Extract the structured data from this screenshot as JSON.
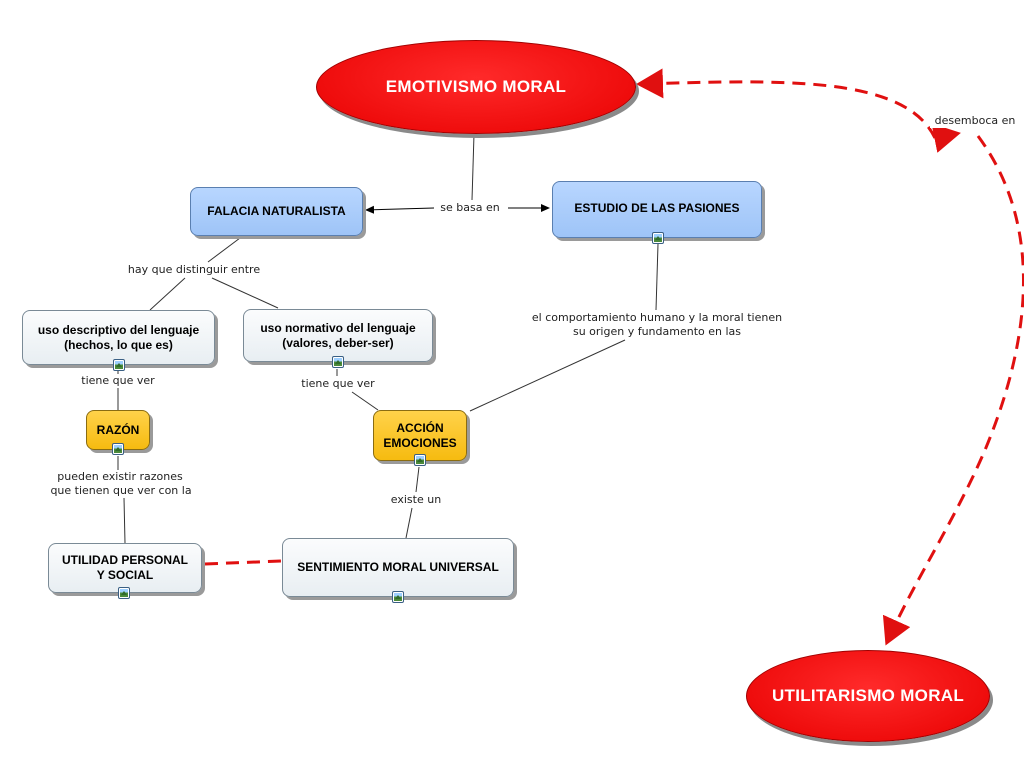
{
  "nodes": {
    "emotivismo": "EMOTIVISMO MORAL",
    "utilitarismo": "UTILITARISMO MORAL",
    "falacia": "FALACIA NATURALISTA",
    "estudio": "ESTUDIO DE LAS PASIONES",
    "descriptivo_1": "uso descriptivo del lenguaje",
    "descriptivo_2": "(hechos, lo que es)",
    "normativo_1": "uso normativo del lenguaje",
    "normativo_2": "(valores, deber-ser)",
    "razon": "RAZÓN",
    "accion_1": "ACCIÓN",
    "accion_2": "EMOCIONES",
    "utilidad_1": "UTILIDAD PERSONAL",
    "utilidad_2": "Y SOCIAL",
    "sentimiento": "SENTIMIENTO MORAL UNIVERSAL"
  },
  "links": {
    "se_basa_en": "se basa en",
    "hay_que": "hay que distinguir entre",
    "comportamiento_1": "el comportamiento humano y la moral tienen",
    "comportamiento_2": "su origen y fundamento en las",
    "tiene_que_ver_1": "tiene que ver",
    "tiene_que_ver_2": "tiene que ver",
    "pueden_1": "pueden existir razones",
    "pueden_2": "que tienen que ver con la",
    "existe_un": "existe un",
    "desemboca_en": "desemboca en"
  },
  "colors": {
    "ellipse": "#e80000",
    "blue_node": "#a9cdfa",
    "light_node": "#f2f5f7",
    "yellow_node": "#f9c21c",
    "dashed_link": "#e01010"
  },
  "icons": [
    "image-icon"
  ]
}
